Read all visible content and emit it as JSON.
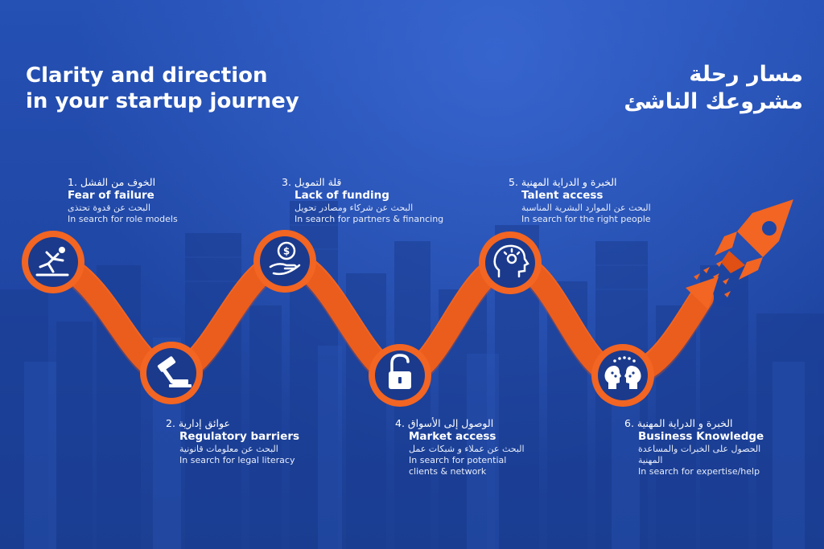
{
  "header": {
    "title_en": [
      "Clarity and direction",
      "in your startup journey"
    ],
    "title_ar": [
      "مسار رحلة",
      "مشروعك الناشئ"
    ]
  },
  "steps": [
    {
      "num": "1.",
      "title_ar": "الخوف من الفشل",
      "title_en": "Fear of failure",
      "sub_ar": [
        "البحث عن قدوة تحتذى"
      ],
      "sub_en": [
        "In search for role models"
      ],
      "icon": "falling-person-icon"
    },
    {
      "num": "2.",
      "title_ar": "عوائق إدارية",
      "title_en": "Regulatory barriers",
      "sub_ar": [
        "البحث عن معلومات قانونية"
      ],
      "sub_en": [
        "In search for legal literacy"
      ],
      "icon": "gavel-icon"
    },
    {
      "num": "3.",
      "title_ar": "قلة التمويل",
      "title_en": "Lack of funding",
      "sub_ar": [
        "البحث عن شركاء ومصادر تحويل"
      ],
      "sub_en": [
        "In search for partners & financing"
      ],
      "icon": "money-hand-icon"
    },
    {
      "num": "4.",
      "title_ar": "الوصول إلى الأسواق",
      "title_en": "Market access",
      "sub_ar": [
        "البحث عن عملاء و شبكات عمل"
      ],
      "sub_en": [
        "In search for potential",
        "clients & network"
      ],
      "icon": "unlocked-padlock-icon"
    },
    {
      "num": "5.",
      "title_ar": "الخبرة و الدراية المهنية",
      "title_en": "Talent access",
      "sub_ar": [
        "البحث عن الموارد البشرية المناسبة"
      ],
      "sub_en": [
        "In search for the right people"
      ],
      "icon": "head-lightbulb-icon"
    },
    {
      "num": "6.",
      "title_ar": "الخبرة و الدراية المهنية",
      "title_en": "Business Knowledge",
      "sub_ar": [
        "الحصول على الخبرات والمساعدة",
        "المهنية"
      ],
      "sub_en": [
        "In search for expertise/help"
      ],
      "icon": "two-heads-exchange-icon"
    }
  ],
  "decoration": {
    "rocket_icon": "rocket-icon"
  },
  "colors": {
    "background": "#2148a6",
    "path_orange": "#f26522",
    "node_navy": "#1b3a8c",
    "text": "#ffffff"
  }
}
